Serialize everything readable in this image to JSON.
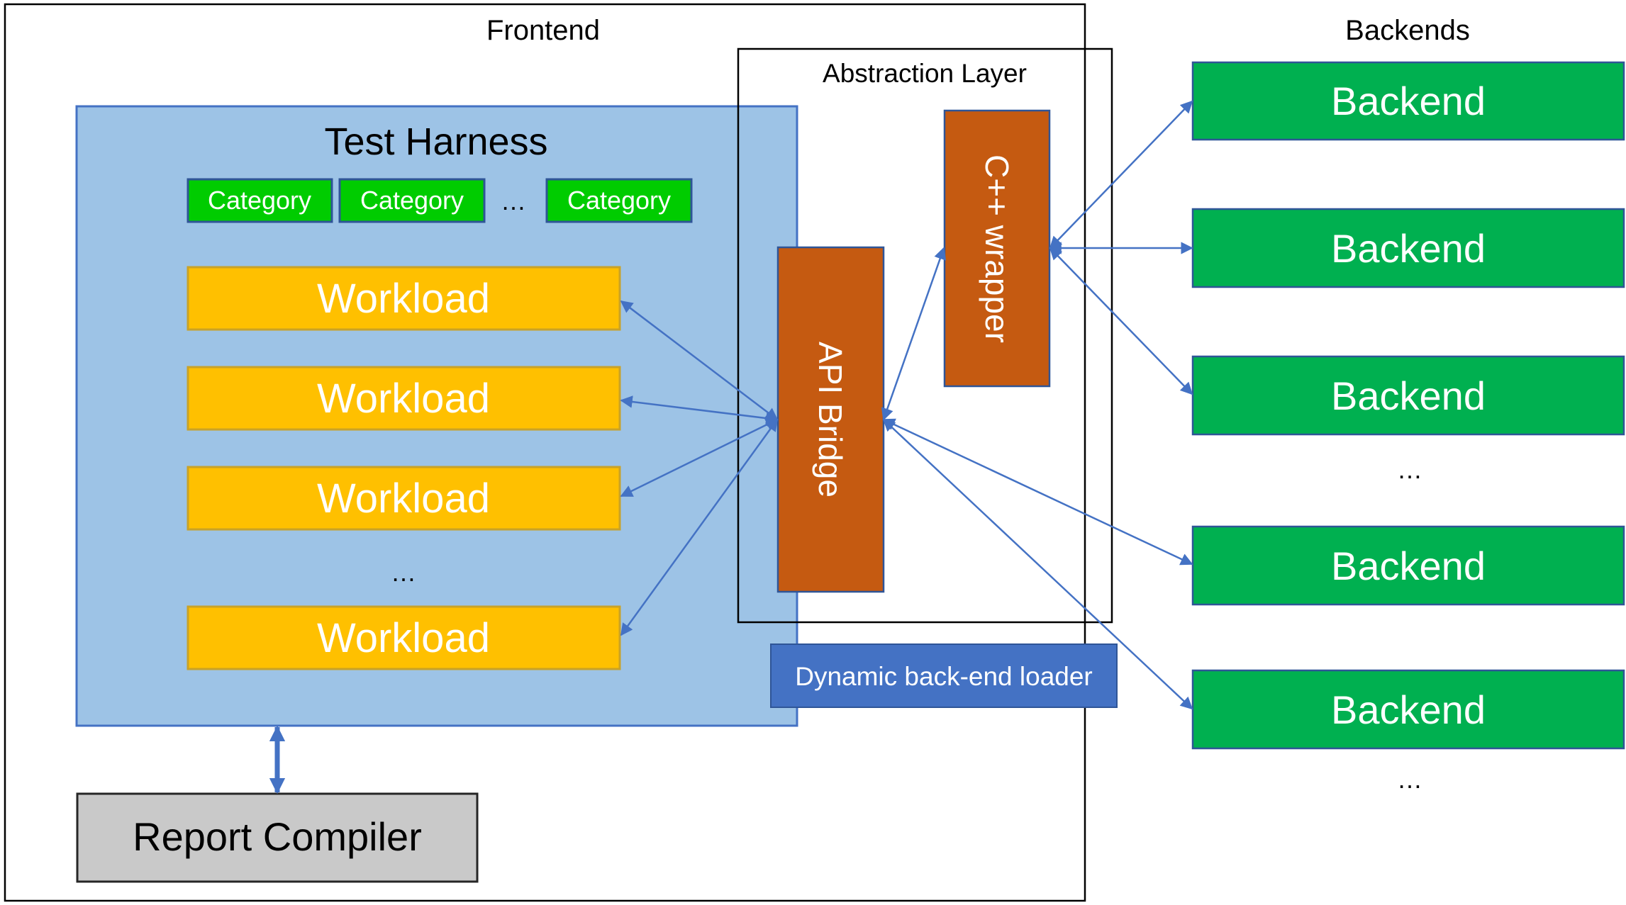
{
  "colors": {
    "harness_fill": "#9dc3e6",
    "harness_stroke": "#4472c4",
    "category_fill": "#00cc00",
    "workload_fill": "#ffc000",
    "bridge_fill": "#c55a11",
    "backend_fill": "#00b050",
    "loader_fill": "#4472c4",
    "report_fill": "#c9c9c9",
    "arrow": "#4472c4",
    "frame": "#000000"
  },
  "frontend": {
    "label": "Frontend"
  },
  "backends_header": {
    "label": "Backends"
  },
  "abstraction": {
    "label": "Abstraction Layer"
  },
  "test_harness": {
    "title": "Test Harness",
    "categories": [
      "Category",
      "Category",
      "Category"
    ],
    "categories_ellipsis": "…",
    "workloads": [
      "Workload",
      "Workload",
      "Workload",
      "Workload"
    ],
    "workloads_ellipsis": "…"
  },
  "api_bridge": {
    "label": "API Bridge"
  },
  "cpp_wrapper": {
    "label": "C++ wrapper"
  },
  "loader": {
    "label": "Dynamic back-end loader"
  },
  "report": {
    "label": "Report Compiler"
  },
  "backends": {
    "items": [
      "Backend",
      "Backend",
      "Backend",
      "Backend",
      "Backend"
    ],
    "ellipsis_mid": "…",
    "ellipsis_end": "…"
  }
}
